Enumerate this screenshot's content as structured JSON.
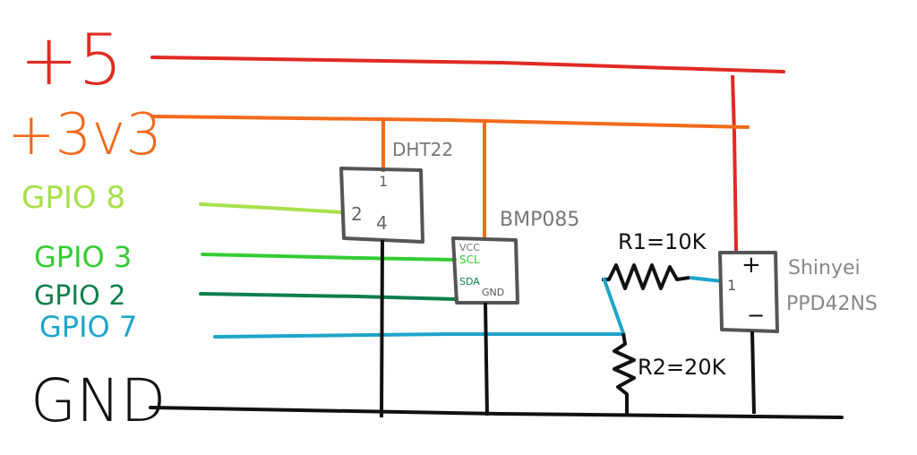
{
  "rails": {
    "plus5": {
      "label": "+5",
      "color": "#e02a23"
    },
    "plus3v3": {
      "label": "+3v3",
      "color": "#f26a1b"
    },
    "gnd": {
      "label": "GND",
      "color": "#111111"
    }
  },
  "gpio": [
    {
      "label": "GPIO 8",
      "color": "#a8e04a"
    },
    {
      "label": "GPIO 3",
      "color": "#33cc33"
    },
    {
      "label": "GPIO 2",
      "color": "#0f7f4a"
    },
    {
      "label": "GPIO 7",
      "color": "#1ea5c9"
    }
  ],
  "components": {
    "dht22": {
      "name": "DHT22",
      "pin1": "1",
      "pin2": "2",
      "pin4": "4"
    },
    "bmp085": {
      "name": "BMP085",
      "vcc": "VCC",
      "scl": "SCL",
      "sda": "SDA",
      "gnd": "GND"
    },
    "r1": {
      "label": "R1=10K"
    },
    "r2": {
      "label": "R2=20K"
    },
    "sensor": {
      "name_line1": "Shinyei",
      "name_line2": "PPD42NS",
      "plus": "+",
      "minus": "−",
      "pin1": "1"
    }
  },
  "ink": {
    "label_gray": "#777777",
    "box": "#555555"
  }
}
